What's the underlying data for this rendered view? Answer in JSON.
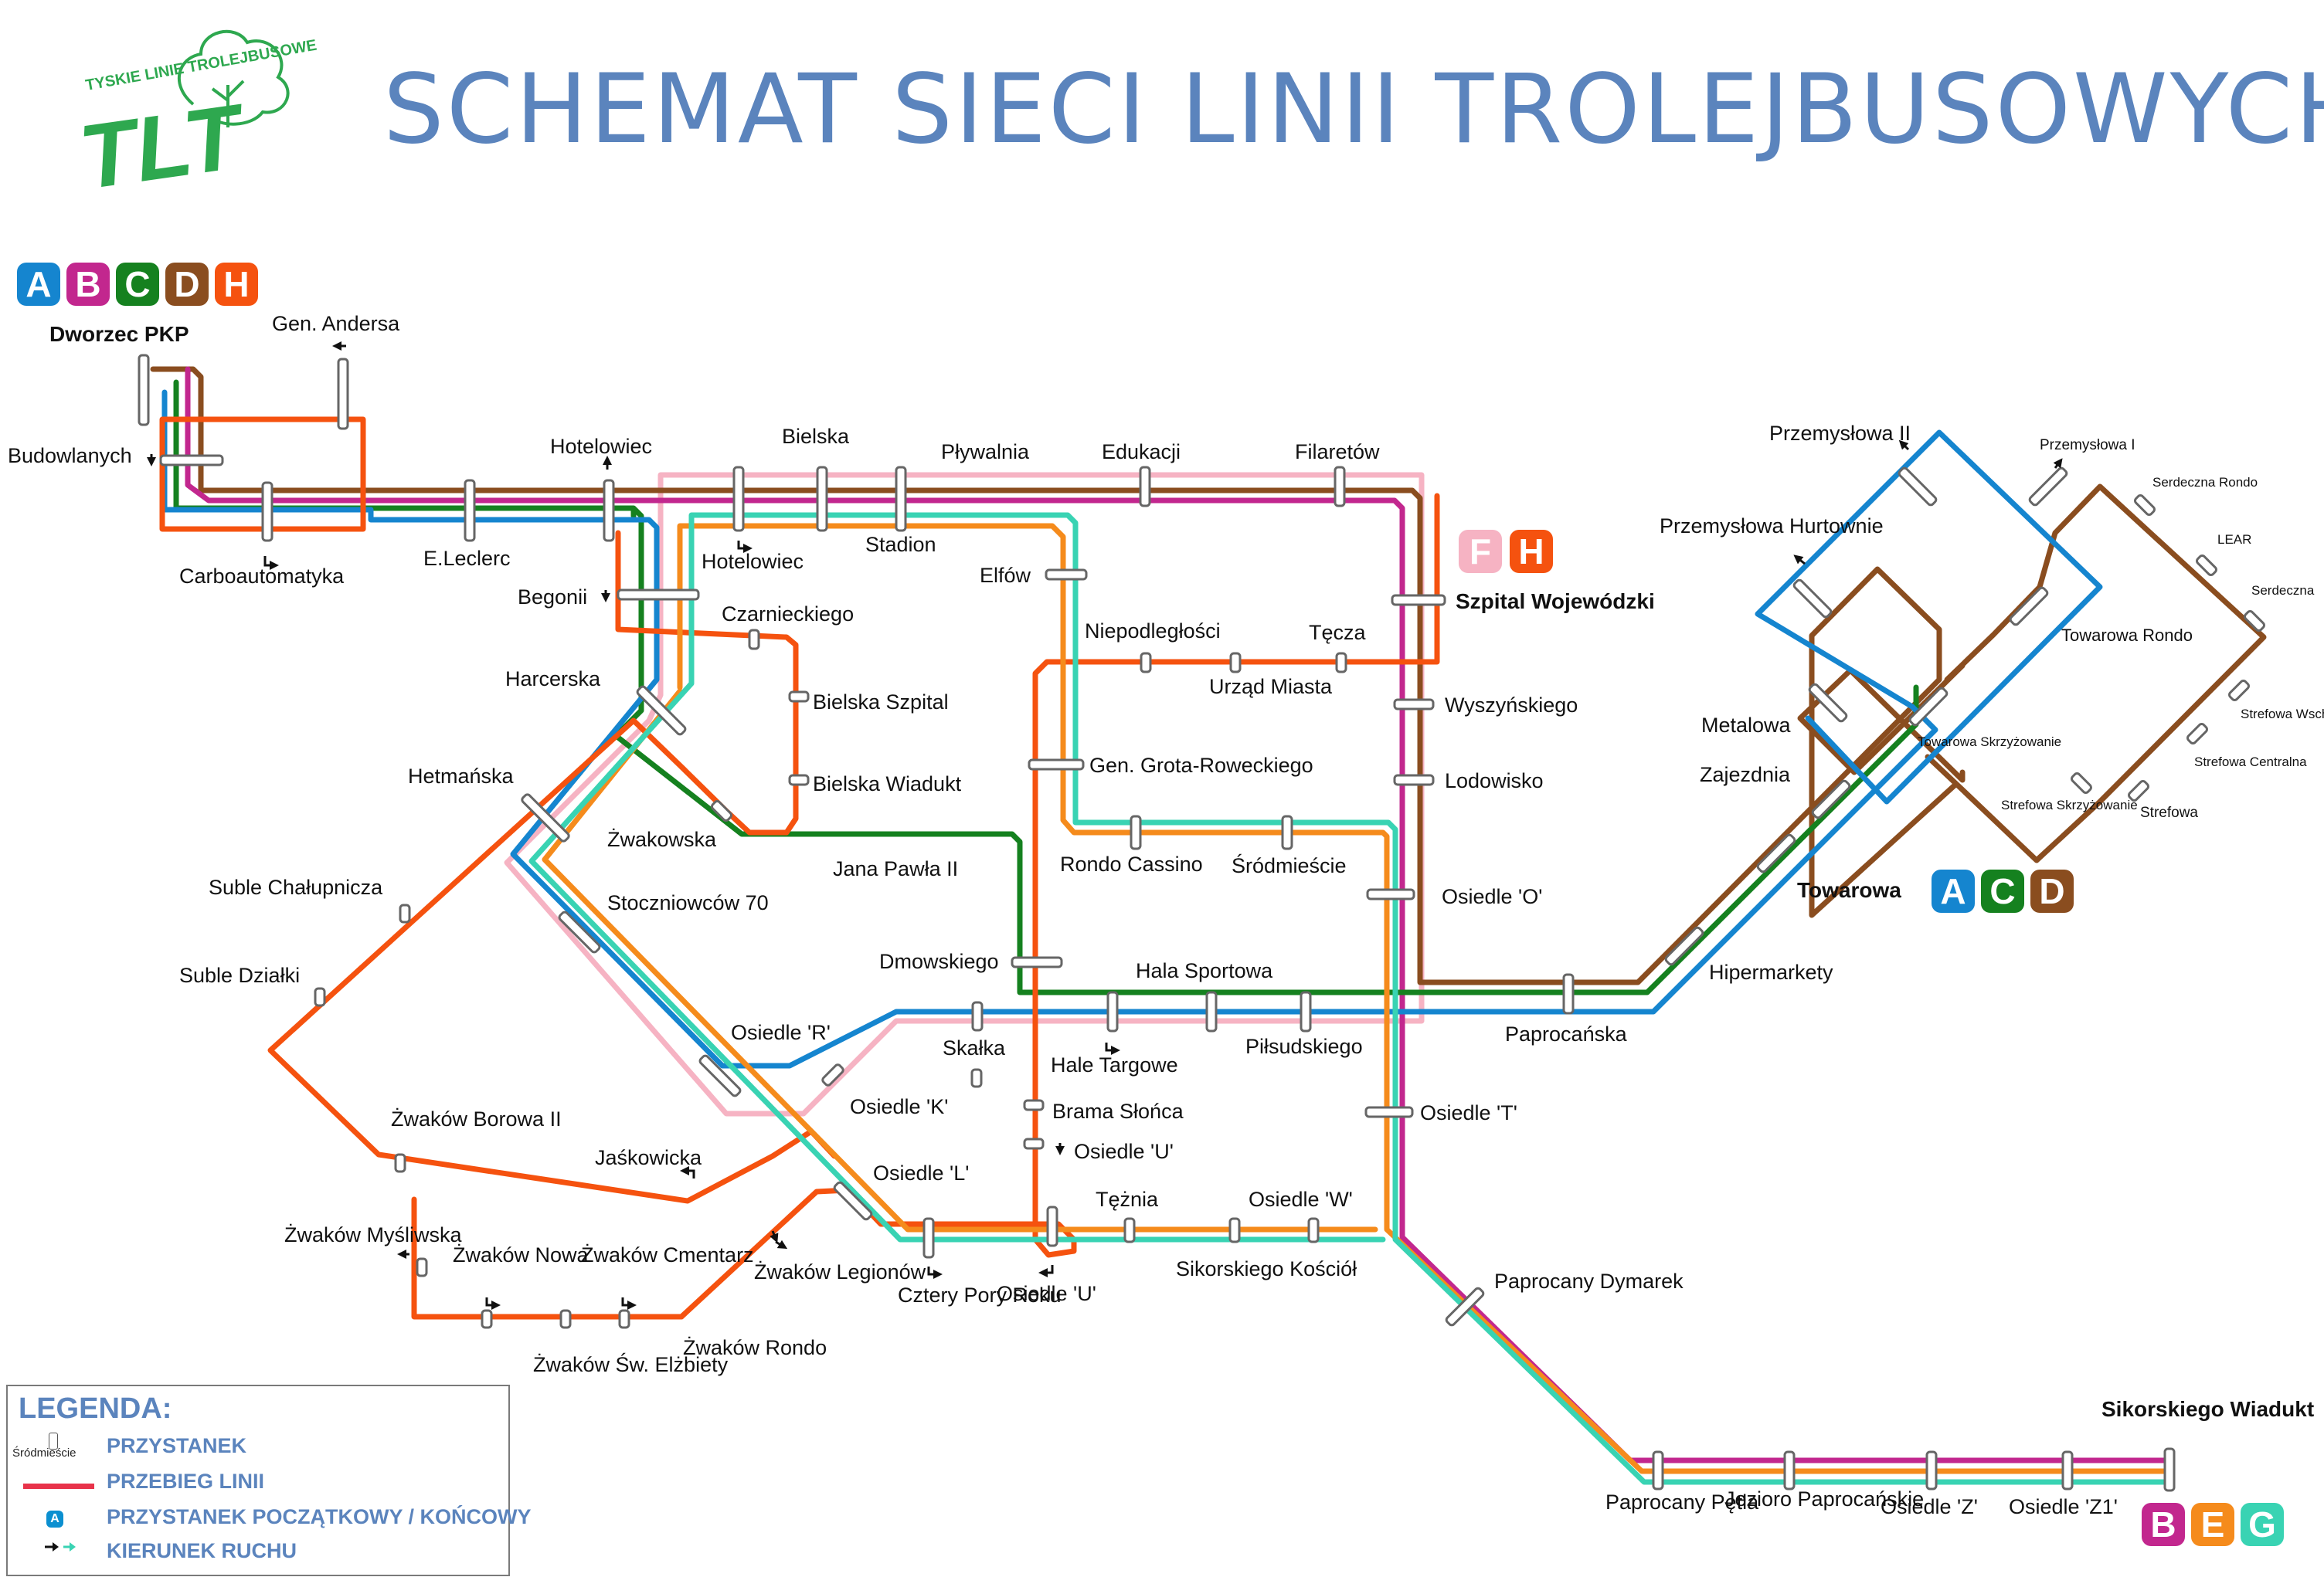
{
  "title": "SCHEMAT SIECI LINII TROLEJBUSOWYCH",
  "logo": {
    "text": "TYSKIE LINIE TROLEJBUSOWE",
    "mark": "TLT",
    "color": "#2ea84f"
  },
  "colors": {
    "A": "#1585cf",
    "B": "#c2278e",
    "C": "#15811f",
    "D": "#8a4d1f",
    "E": "#f58b1c",
    "F": "#f6b3c3",
    "G": "#39d3b3",
    "H": "#f5520f"
  },
  "badges": [
    {
      "letters": [
        "A",
        "B",
        "C",
        "D",
        "H"
      ]
    },
    {
      "letters": [
        "F",
        "H"
      ]
    },
    {
      "letters": [
        "A",
        "C",
        "D"
      ]
    },
    {
      "letters": [
        "B",
        "E",
        "G"
      ]
    }
  ],
  "terminals": [
    "Dworzec PKP",
    "Szpital Wojewódzki",
    "Towarowa",
    "Sikorskiego Wiadukt"
  ],
  "stops": [
    "Gen. Andersa",
    "Budowlanych",
    "Carboautomatyka",
    "E.Leclerc",
    "Hotelowiec",
    "Bielska",
    "Pływalnia",
    "Edukacji",
    "Filaretów",
    "Hotelowiec",
    "Stadion",
    "Elfów",
    "Begonii",
    "Czarnieckiego",
    "Harcerska",
    "Bielska Szpital",
    "Bielska Wiadukt",
    "Niepodległości",
    "Tęcza",
    "Urząd Miasta",
    "Wyszyńskiego",
    "Hetmańska",
    "Żwakowska",
    "Gen. Grota-Roweckiego",
    "Lodowisko",
    "Jana Pawła II",
    "Rondo Cassino",
    "Śródmieście",
    "Suble Chałupnicza",
    "Stoczniowców 70",
    "Osiedle 'O'",
    "Dmowskiego",
    "Hala Sportowa",
    "Suble Działki",
    "Paprocańska",
    "Osiedle 'R'",
    "Skałka",
    "Hale Targowe",
    "Piłsudskiego",
    "Osiedle 'K'",
    "Brama Słońca",
    "Osiedle 'T'",
    "Żwaków Borowa II",
    "Jaśkowicka",
    "Osiedle 'U'",
    "Osiedle 'L'",
    "Tężnia",
    "Osiedle 'W'",
    "Żwaków Myśliwska",
    "Żwaków Nowa",
    "Żwaków Cmentarz",
    "Żwaków Legionów",
    "Cztery Pory Roku",
    "Osiedle 'U'",
    "Sikorskiego Kościół",
    "Paprocany Dymarek",
    "Żwaków Św. Elżbiety",
    "Żwaków Rondo",
    "Przemysłowa II",
    "Przemysłowa I",
    "Serdeczna Rondo",
    "LEAR",
    "Serdeczna",
    "Przemysłowa Hurtownie",
    "Towarowa Rondo",
    "Metalowa",
    "Towarowa Skrzyżowanie",
    "Strefowa Wschodnia",
    "Zajezdnia",
    "Strefowa Skrzyżowanie",
    "Strefowa Centralna",
    "Strefowa",
    "Hipermarkety",
    "Paprocany Pętla",
    "Jezioro Paprocańskie",
    "Osiedle 'Z'",
    "Osiedle 'Z1'"
  ],
  "legend": {
    "title": "LEGENDA:",
    "sample_stop": "Śródmieście",
    "items": [
      "PRZYSTANEK",
      "PRZEBIEG LINII",
      "PRZYSTANEK POCZĄTKOWY / KOŃCOWY",
      "KIERUNEK RUCHU"
    ],
    "badge_sample": "A"
  }
}
